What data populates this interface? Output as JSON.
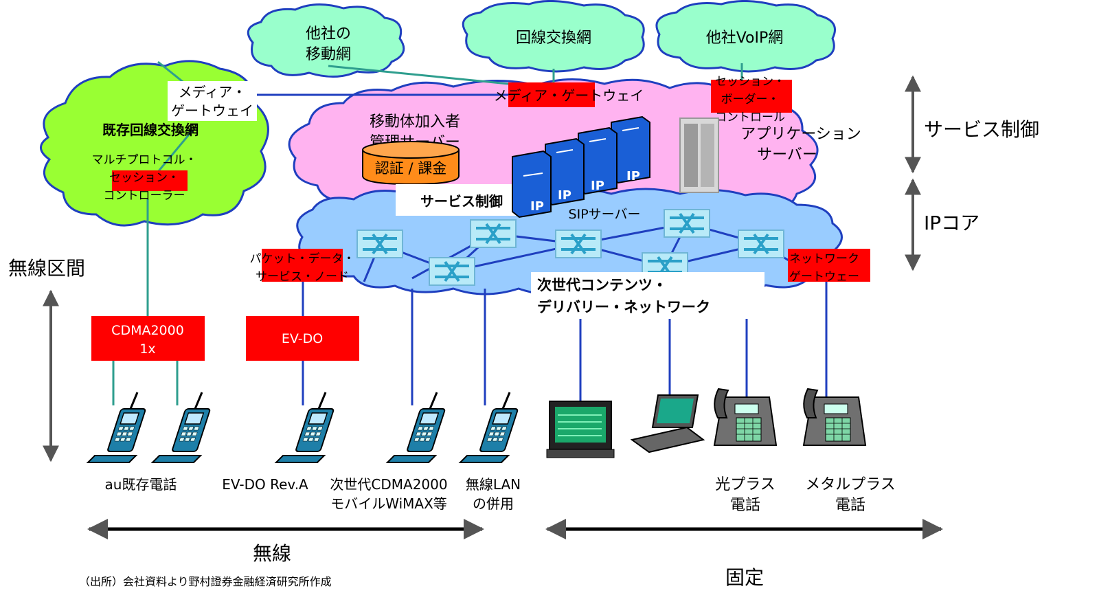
{
  "top_clouds": {
    "other_mobile": [
      "他社の",
      "移動網"
    ],
    "circuit_switched": "回線交換網",
    "other_voip": "他社VoIP網"
  },
  "existing_network": {
    "title": "既存回線交換網",
    "media_gateway": [
      "メディア・",
      "ゲートウェイ"
    ],
    "mpsc": [
      "マルチプロトコル・",
      "セッション・",
      "コントローラー"
    ]
  },
  "service_cloud": {
    "media_gateway": "メディア・ゲートウェイ",
    "sbc": [
      "セッション・",
      "ボーダー・",
      "コントロール"
    ],
    "subscriber_server": [
      "移動体加入者",
      "管理サーバー"
    ],
    "auth_billing": "認証 / 課金",
    "app_server": [
      "アプリケーション",
      "サーバー"
    ],
    "service_control": "サービス制御",
    "sip_server": "SIPサーバー",
    "ip_label": "IP"
  },
  "ip_core": {
    "pdsn": [
      "パケット・データ・",
      "サービス・ノード"
    ],
    "network_gateway": [
      "ネットワーク",
      "ゲートウェー"
    ],
    "cdn": [
      "次世代コンテンツ・",
      "デリバリー・ネットワーク"
    ]
  },
  "right_labels": {
    "service_control": "サービス制御",
    "ip_core": "IPコア"
  },
  "left_label": "無線区間",
  "access_boxes": {
    "cdma": [
      "CDMA2000",
      "1x"
    ],
    "evdo": "EV-DO"
  },
  "devices": {
    "au_phone": "au既存電話",
    "evdo_reva": "EV-DO Rev.A",
    "next_gen": [
      "次世代CDMA2000",
      "モバイルWiMAX等"
    ],
    "wlan": [
      "無線LAN",
      "の併用"
    ],
    "hikari": [
      "光プラス",
      "電話"
    ],
    "metal": [
      "メタルプラス",
      "電話"
    ]
  },
  "bottom": {
    "wireless": "無線",
    "fixed": "固定",
    "source": "（出所）会社資料より野村證券金融経済研究所作成"
  },
  "colors": {
    "red_box": "#ff0000",
    "green_cloud": "#99ff33",
    "teal_cloud": "#99ffcc",
    "pink_cloud": "#ffb3f0",
    "blue_cloud": "#99ccff",
    "server_blue": "#1a5fd6",
    "line_teal": "#2e9e8e",
    "line_blue": "#1f3fbf"
  },
  "icons": [
    "cellphone-icon",
    "monitor-icon",
    "laptop-icon",
    "desk-phone-icon",
    "router-icon",
    "server-rack-icon",
    "database-icon"
  ]
}
